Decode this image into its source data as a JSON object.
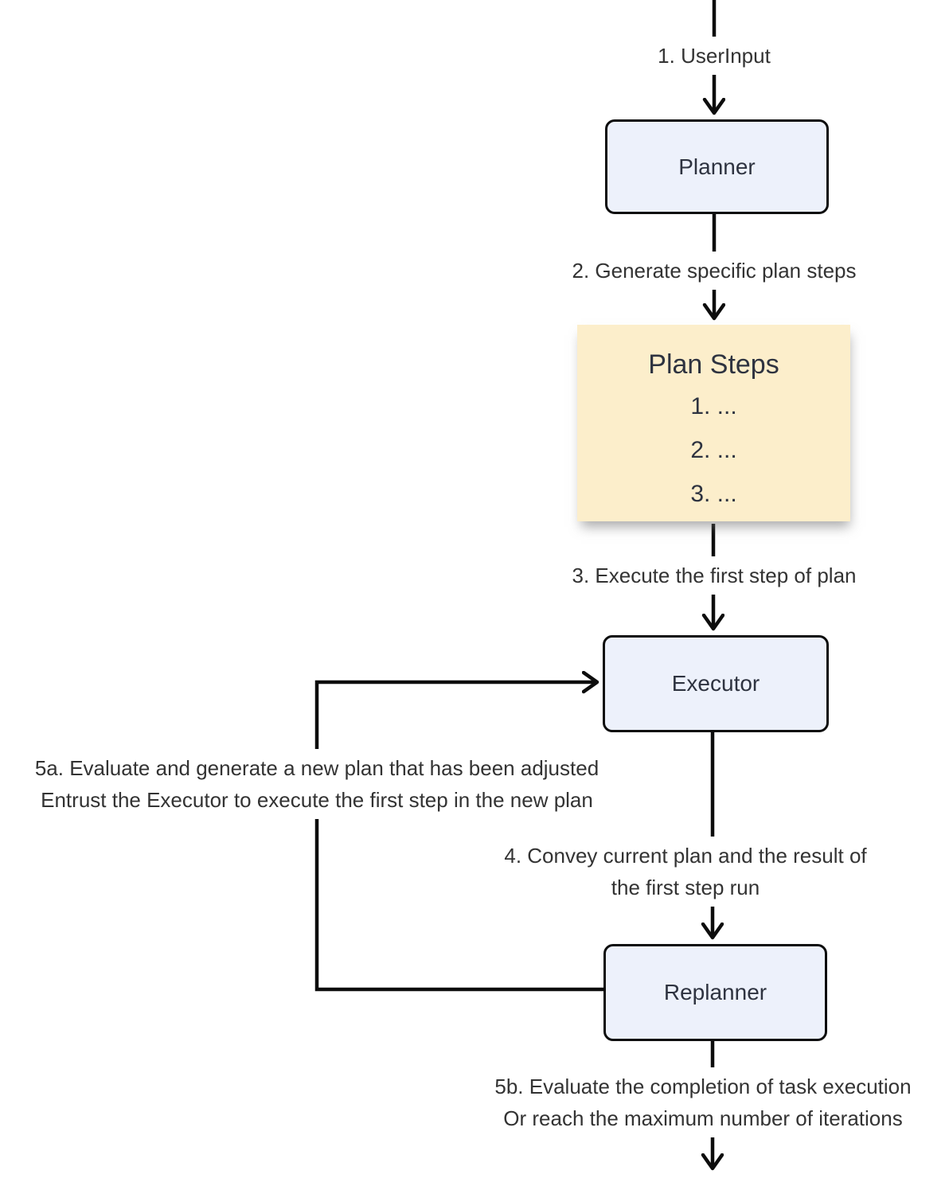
{
  "diagram": {
    "nodes": {
      "planner": {
        "label": "Planner"
      },
      "plan_steps": {
        "title": "Plan Steps",
        "items": [
          "1. ...",
          "2. ...",
          "3. ..."
        ]
      },
      "executor": {
        "label": "Executor"
      },
      "replanner": {
        "label": "Replanner"
      }
    },
    "edges": {
      "user_input": {
        "label": "1. UserInput"
      },
      "generate": {
        "label": "2. Generate specific plan steps"
      },
      "execute": {
        "label": "3. Execute the first step of plan"
      },
      "convey": {
        "line1": "4. Convey current plan and the result of",
        "line2": "the first step run"
      },
      "replan_loop": {
        "line1": "5a. Evaluate and generate a new plan that has been adjusted",
        "line2": "Entrust the Executor to execute the first step in the new plan"
      },
      "finish": {
        "line1": "5b. Evaluate the completion of task execution",
        "line2": "Or reach the maximum number of iterations"
      }
    },
    "colors": {
      "node_fill": "#EDF1FB",
      "node_border": "#0D0D0D",
      "note_fill": "#FCEECB",
      "edge_stroke": "#0D0D0D",
      "label_text": "#333333",
      "node_text": "#2E3340",
      "background": "#FFFFFF"
    }
  }
}
